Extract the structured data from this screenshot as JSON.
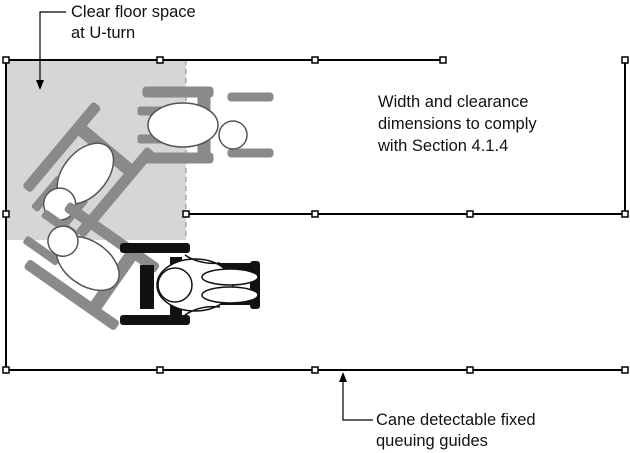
{
  "labels": {
    "clear_floor_line1": "Clear floor space",
    "clear_floor_line2": "at U-turn",
    "width_line1": "Width and clearance",
    "width_line2": "dimensions to comply",
    "width_line3": "with Section 4.1.4",
    "guides_line1": "Cane detectable fixed",
    "guides_line2": "queuing guides"
  },
  "colors": {
    "guide_line": "#000000",
    "clear_floor_fill": "#d6d6d6",
    "ghost_wheelchair": "#8a8a8a",
    "active_wheelchair": "#111111"
  },
  "icons": [
    "wheelchair-user-ghost",
    "wheelchair-user-turning",
    "wheelchair-user-active",
    "queue-post-marker",
    "leader-arrow"
  ]
}
